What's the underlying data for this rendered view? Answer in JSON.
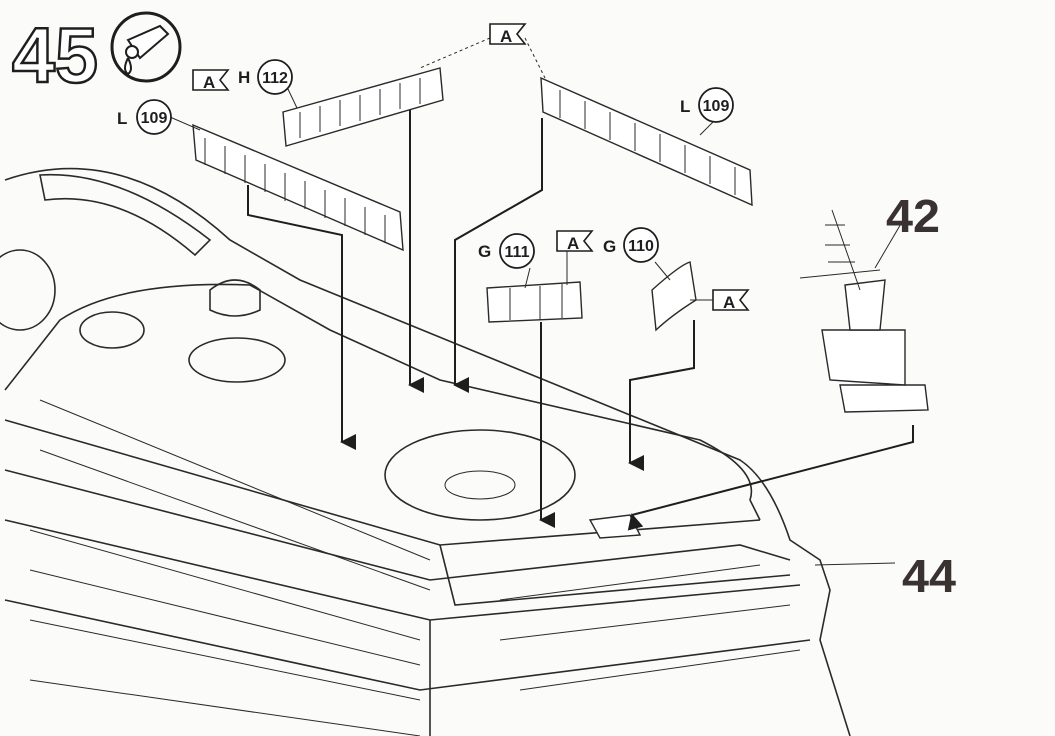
{
  "step": {
    "number": "45",
    "icon": "glue-tube-icon"
  },
  "callouts": [
    {
      "prefix": "L",
      "part": "109"
    },
    {
      "prefix": "H",
      "part": "112"
    },
    {
      "prefix": "L",
      "part": "109"
    },
    {
      "prefix": "G",
      "part": "111"
    },
    {
      "prefix": "G",
      "part": "110"
    }
  ],
  "flags": [
    "A",
    "A",
    "A",
    "A"
  ],
  "assemblies": {
    "mast": "42",
    "hull": "44"
  },
  "colors": {
    "ink": "#1e1e1e",
    "paper": "#fbfbf9",
    "step_number": "#3a3230"
  }
}
